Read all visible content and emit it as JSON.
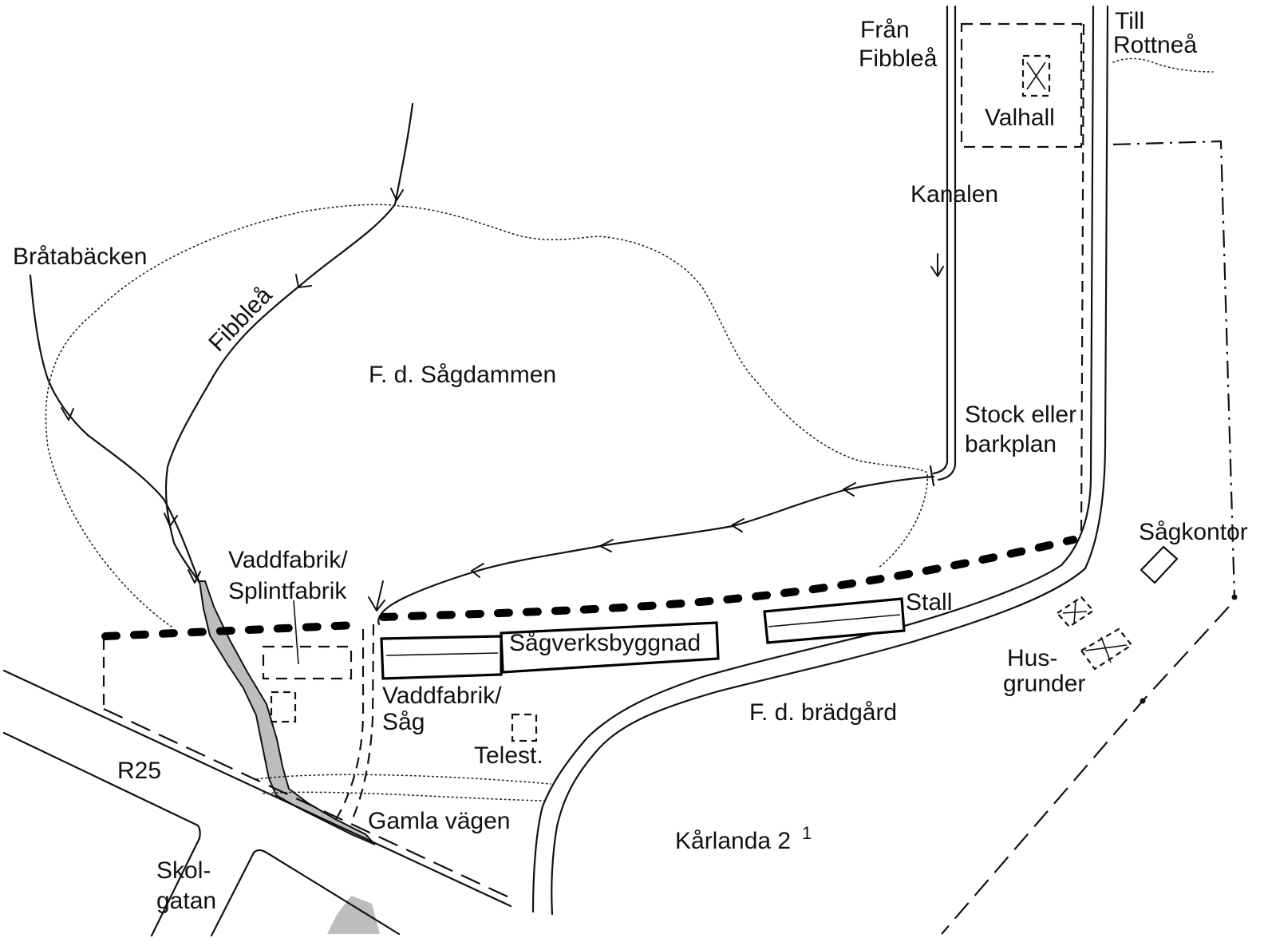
{
  "colors": {
    "ink": "#111111",
    "stream_fill": "#bdbdbd",
    "background": "#ffffff"
  },
  "labels": {
    "fran": "Från",
    "fibblea_top": "Fibbleå",
    "till": "Till",
    "rottnea": "Rottneå",
    "valhall": "Valhall",
    "kanalen": "Kanalen",
    "bratabacken": "Bråtabäcken",
    "fibblea_stream": "Fibbleå",
    "sagdammen": "F. d. Sågdammen",
    "stock_eller": "Stock eller",
    "barkplan": "barkplan",
    "sagkontor": "Sågkontor",
    "vaddfabrik_upper": "Vaddfabrik/",
    "splintfabrik": "Splintfabrik",
    "stall": "Stall",
    "sagverksbyggnad": "Sågverksbyggnad",
    "hus": "Hus-",
    "grunder": "grunder",
    "vaddfabrik_lower": "Vaddfabrik/",
    "sag": "Såg",
    "bradgard": "F. d. brädgård",
    "telest": "Telest.",
    "r25": "R25",
    "gamla_vagen": "Gamla vägen",
    "karlanda": "Kårlanda 2",
    "karlanda_sup": "1",
    "skol": "Skol-",
    "gatan": "gatan"
  }
}
